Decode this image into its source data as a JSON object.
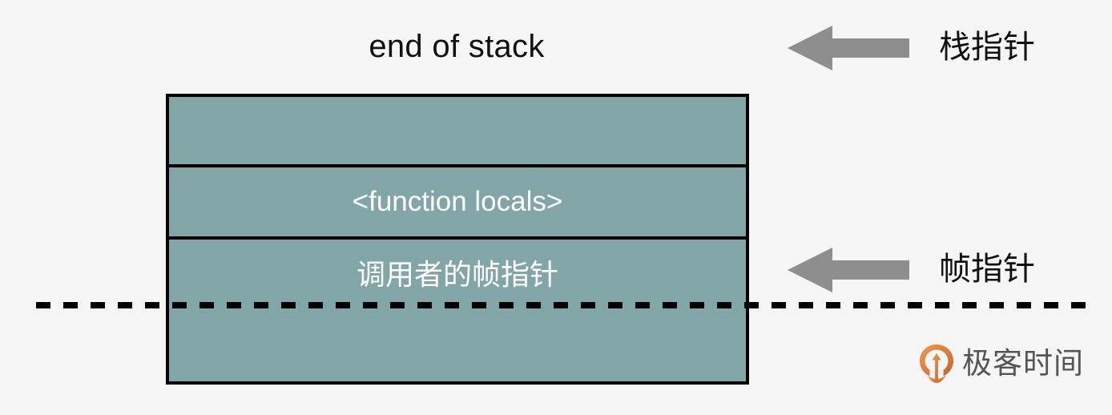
{
  "diagram": {
    "title": "end of stack",
    "background_color": "#f5f5f5",
    "stack": {
      "fill_color": "#82a5a7",
      "border_color": "#000000",
      "rows": [
        {
          "label": "",
          "name": "empty-top"
        },
        {
          "label": "<function locals>",
          "name": "function-locals"
        },
        {
          "label": "调用者的帧指针",
          "name": "callers-frame-pointer"
        },
        {
          "label": "",
          "name": "empty-bottom"
        }
      ]
    },
    "boundary": {
      "style": "dashed",
      "color": "#000000"
    },
    "pointers": [
      {
        "label": "栈指针",
        "name": "stack-pointer",
        "arrow_color": "#8e8e8e",
        "arrow_direction": "left"
      },
      {
        "label": "帧指针",
        "name": "frame-pointer",
        "arrow_color": "#8e8e8e",
        "arrow_direction": "left"
      }
    ]
  },
  "watermark": {
    "text": "极客时间",
    "logo_color_start": "#e8833a",
    "logo_color_end": "#c96a2e",
    "text_color": "#555555"
  }
}
